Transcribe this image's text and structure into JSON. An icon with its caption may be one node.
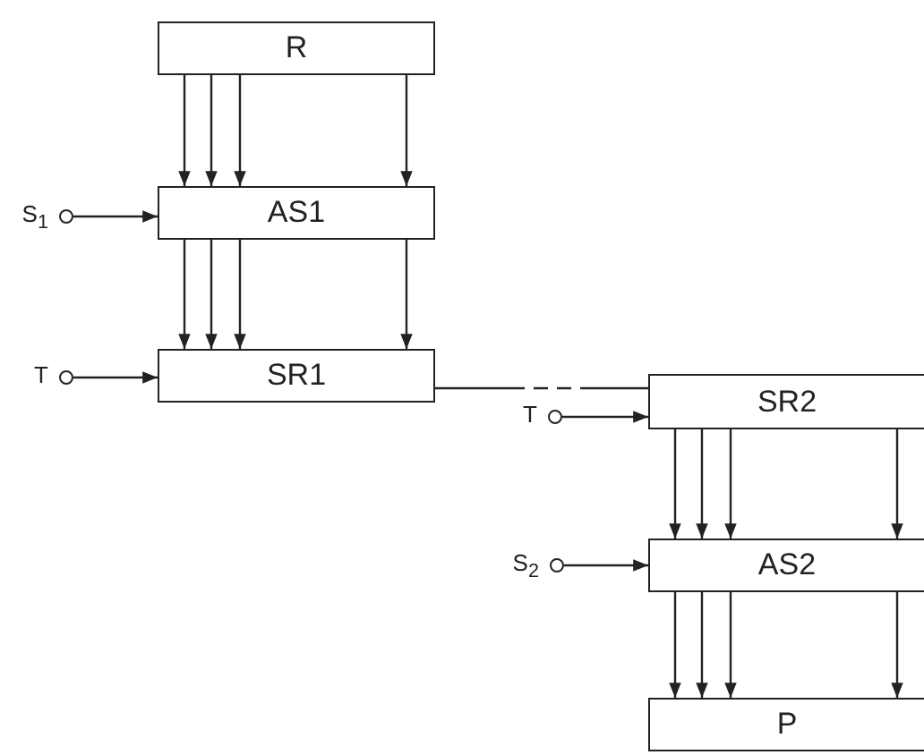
{
  "diagram": {
    "nodes": [
      {
        "text": [
          "R"
        ]
      },
      {
        "text": [
          "AS1"
        ]
      },
      {
        "text": [
          "SR1"
        ]
      },
      {
        "text": [
          "SR2"
        ]
      },
      {
        "text": [
          "AS2"
        ]
      },
      {
        "text": [
          "P"
        ]
      },
      {
        "text": [],
        "shape": "circle",
        "beside": [
          "S$_{1}$"
        ]
      },
      {
        "text": [],
        "shape": "circle",
        "beside": [
          "T"
        ]
      },
      {
        "text": [],
        "shape": "circle",
        "beside": [
          "T"
        ]
      },
      {
        "text": [],
        "shape": "circle",
        "beside": [
          "S$_{2}$"
        ]
      }
    ],
    "edges": [
      {
        "from": 0,
        "to": 1,
        "arrow": "to"
      },
      {
        "from": 0,
        "to": 1,
        "arrow": "to"
      },
      {
        "from": 0,
        "to": 1,
        "arrow": "to"
      },
      {
        "from": 0,
        "to": 1,
        "arrow": "to"
      },
      {
        "from": 6,
        "to": 1,
        "arrow": "to"
      },
      {
        "from": 1,
        "to": 2,
        "arrow": "to"
      },
      {
        "from": 1,
        "to": 2,
        "arrow": "to"
      },
      {
        "from": 1,
        "to": 2,
        "arrow": "to"
      },
      {
        "from": 1,
        "to": 2,
        "arrow": "to"
      },
      {
        "from": 7,
        "to": 2,
        "arrow": "to"
      },
      {
        "from": 2,
        "to": 3,
        "arrow": "none",
        "style": "dashed"
      },
      {
        "from": 8,
        "to": 3,
        "arrow": "to"
      },
      {
        "from": 3,
        "to": 4,
        "arrow": "to"
      },
      {
        "from": 3,
        "to": 4,
        "arrow": "to"
      },
      {
        "from": 3,
        "to": 4,
        "arrow": "to"
      },
      {
        "from": 3,
        "to": 4,
        "arrow": "to"
      },
      {
        "from": 9,
        "to": 4,
        "arrow": "to"
      },
      {
        "from": 4,
        "to": 5,
        "arrow": "to"
      },
      {
        "from": 4,
        "to": 5,
        "arrow": "to"
      },
      {
        "from": 4,
        "to": 5,
        "arrow": "to"
      },
      {
        "from": 4,
        "to": 5,
        "arrow": "to"
      }
    ]
  }
}
